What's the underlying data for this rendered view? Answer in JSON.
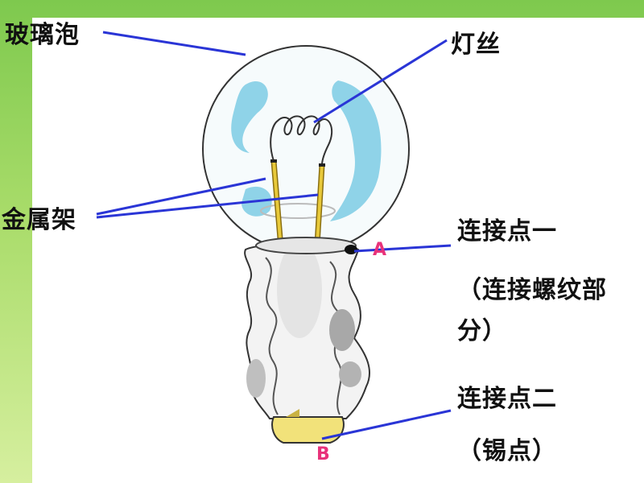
{
  "labels": {
    "glass_bulb": "玻璃泡",
    "filament": "灯丝",
    "metal_frame": "金属架",
    "contact_one": "连接点一",
    "contact_one_note_1": "（连接螺纹部",
    "contact_one_note_2": "分）",
    "contact_two": "连接点二",
    "contact_two_note": "（锡点）",
    "point_a": "A",
    "point_b": "B"
  },
  "colors": {
    "leader_line": "#2a35d6",
    "point_letter": "#e8327a",
    "glass_highlight": "#8fd3e8",
    "wire_gold": "#e8c93a",
    "solder": "#f2e27a"
  }
}
